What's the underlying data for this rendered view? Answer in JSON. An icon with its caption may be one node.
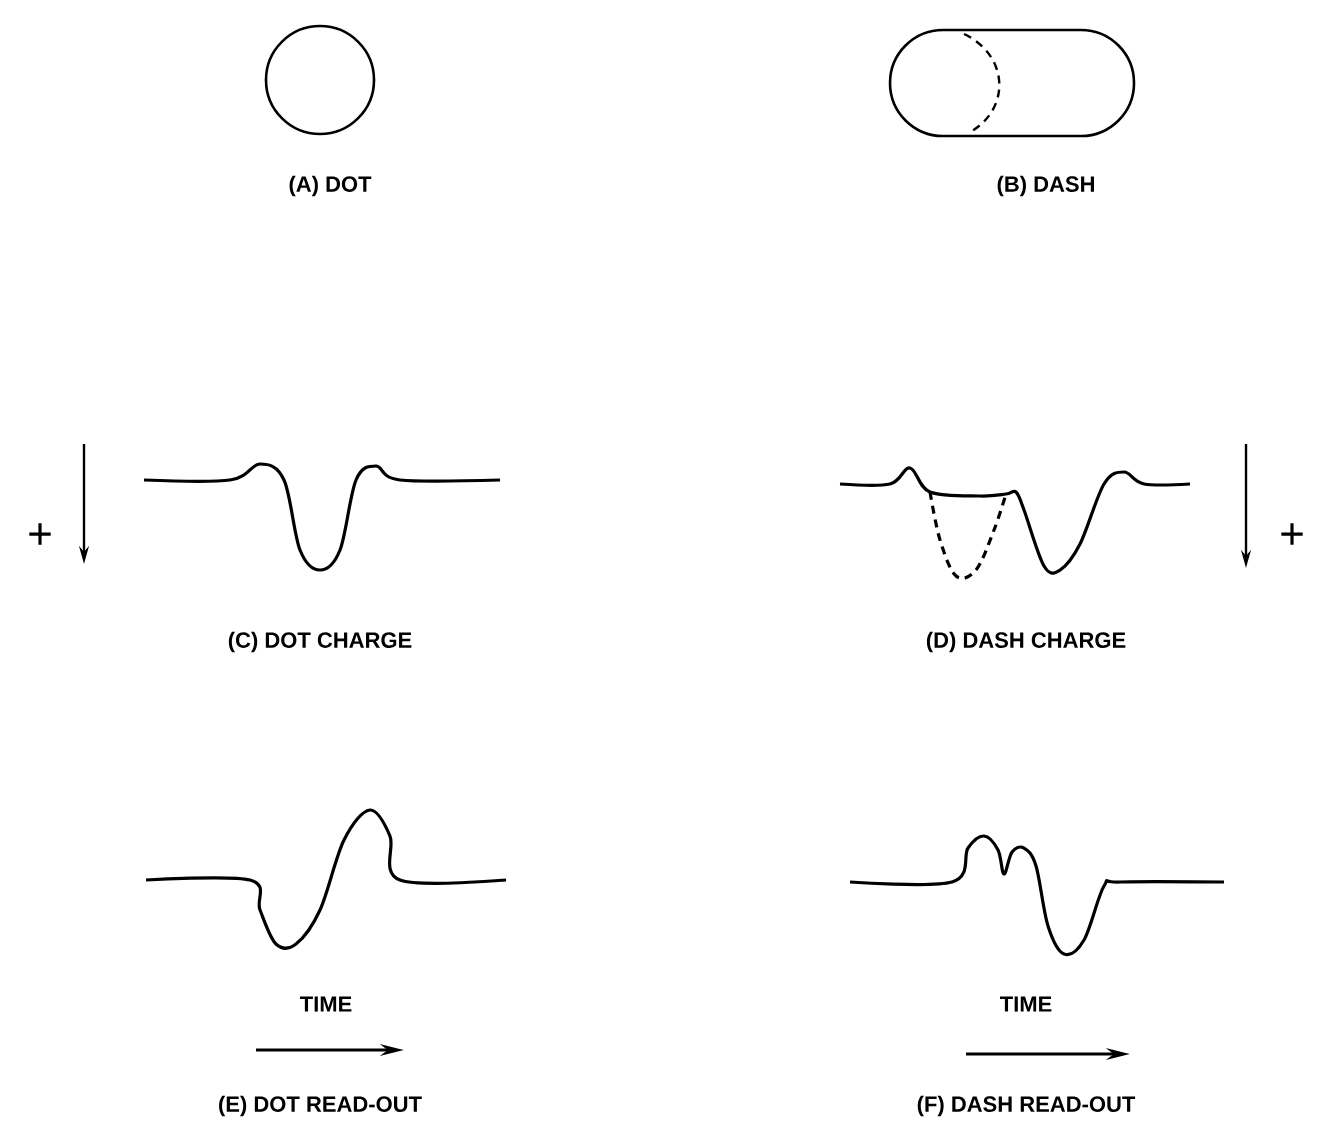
{
  "diagram": {
    "labels": [
      "(A) DOT",
      "(B) DASH",
      "+",
      "+",
      "(C) DOT CHARGE",
      "(D) DASH CHARGE",
      "TIME",
      "TIME",
      "(E) DOT READ-OUT",
      "(F) DASH READ-OUT"
    ]
  }
}
